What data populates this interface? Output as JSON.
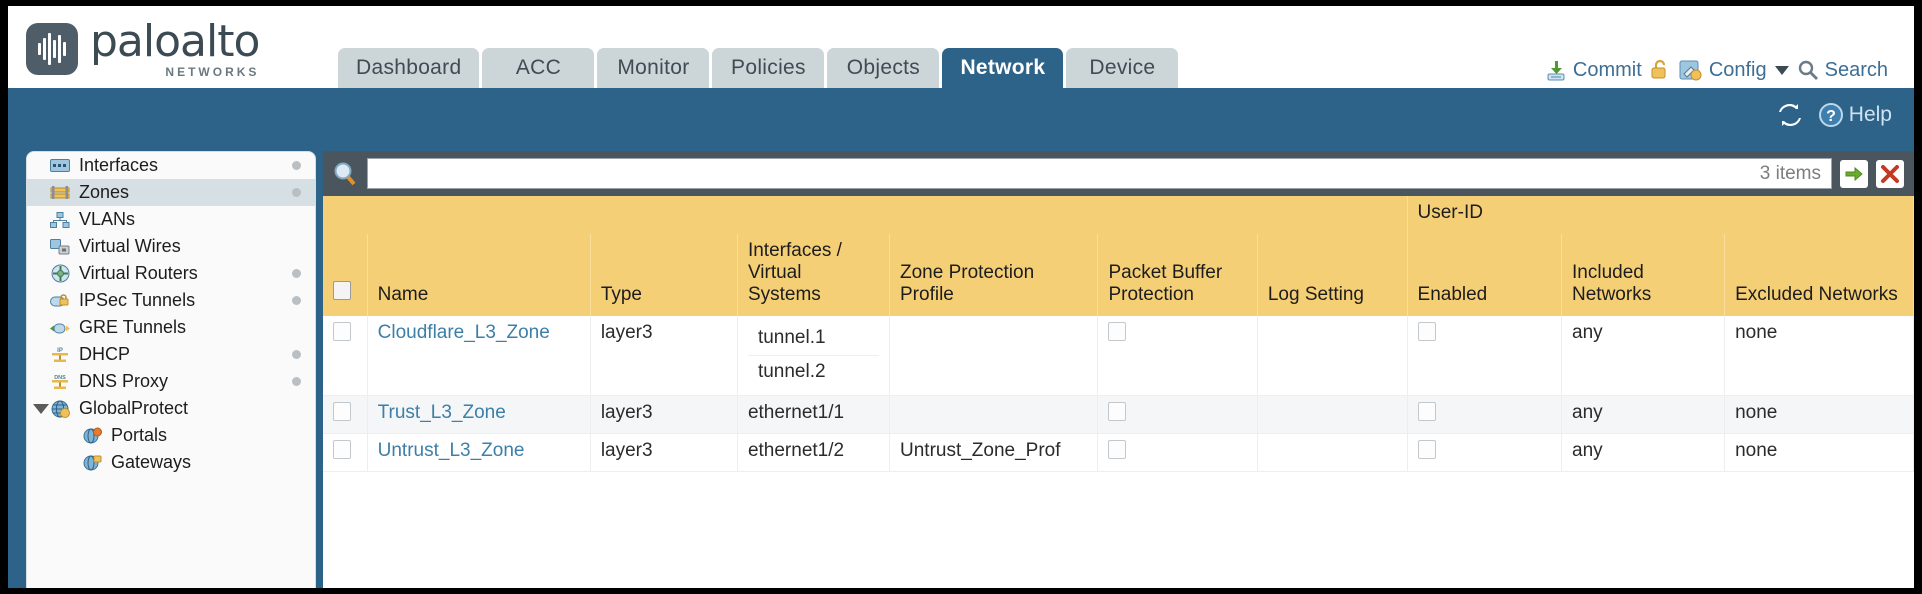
{
  "brand": {
    "name": "paloalto",
    "tagline": "NETWORKS",
    "registered": "®"
  },
  "tabs": [
    {
      "label": "Dashboard",
      "active": false
    },
    {
      "label": "ACC",
      "active": false
    },
    {
      "label": "Monitor",
      "active": false
    },
    {
      "label": "Policies",
      "active": false
    },
    {
      "label": "Objects",
      "active": false
    },
    {
      "label": "Network",
      "active": true
    },
    {
      "label": "Device",
      "active": false
    }
  ],
  "header_utils": {
    "commit": "Commit",
    "config": "Config",
    "search": "Search"
  },
  "band": {
    "help": "Help"
  },
  "sidebar": {
    "items": [
      {
        "label": "Interfaces",
        "icon": "interfaces-icon",
        "selected": false,
        "dot": true,
        "child": false,
        "expander": false
      },
      {
        "label": "Zones",
        "icon": "zones-icon",
        "selected": true,
        "dot": true,
        "child": false,
        "expander": false
      },
      {
        "label": "VLANs",
        "icon": "vlans-icon",
        "selected": false,
        "dot": false,
        "child": false,
        "expander": false
      },
      {
        "label": "Virtual Wires",
        "icon": "virtual-wires-icon",
        "selected": false,
        "dot": false,
        "child": false,
        "expander": false
      },
      {
        "label": "Virtual Routers",
        "icon": "virtual-routers-icon",
        "selected": false,
        "dot": true,
        "child": false,
        "expander": false
      },
      {
        "label": "IPSec Tunnels",
        "icon": "ipsec-tunnels-icon",
        "selected": false,
        "dot": true,
        "child": false,
        "expander": false
      },
      {
        "label": "GRE Tunnels",
        "icon": "gre-tunnels-icon",
        "selected": false,
        "dot": false,
        "child": false,
        "expander": false
      },
      {
        "label": "DHCP",
        "icon": "dhcp-icon",
        "selected": false,
        "dot": true,
        "child": false,
        "expander": false
      },
      {
        "label": "DNS Proxy",
        "icon": "dns-proxy-icon",
        "selected": false,
        "dot": true,
        "child": false,
        "expander": false
      },
      {
        "label": "GlobalProtect",
        "icon": "globalprotect-icon",
        "selected": false,
        "dot": false,
        "child": false,
        "expander": true
      },
      {
        "label": "Portals",
        "icon": "portals-icon",
        "selected": false,
        "dot": false,
        "child": true,
        "expander": false
      },
      {
        "label": "Gateways",
        "icon": "gateways-icon",
        "selected": false,
        "dot": false,
        "child": true,
        "expander": false
      }
    ]
  },
  "filter": {
    "value": "",
    "placeholder": "",
    "item_count": "3 items",
    "apply_label": "➜",
    "clear_label": "✖"
  },
  "table": {
    "group_header": "User-ID",
    "columns": [
      "Name",
      "Type",
      "Interfaces / Virtual Systems",
      "Zone Protection Profile",
      "Packet Buffer Protection",
      "Log Setting",
      "Enabled",
      "Included Networks",
      "Excluded Networks"
    ],
    "rows": [
      {
        "name": "Cloudflare_L3_Zone",
        "type": "layer3",
        "interfaces": [
          "tunnel.1",
          "tunnel.2"
        ],
        "zone_protection_profile": "",
        "packet_buffer_protection": false,
        "log_setting": "",
        "userid_enabled": false,
        "included_networks": "any",
        "excluded_networks": "none"
      },
      {
        "name": "Trust_L3_Zone",
        "type": "layer3",
        "interfaces": [
          "ethernet1/1"
        ],
        "zone_protection_profile": "",
        "packet_buffer_protection": false,
        "log_setting": "",
        "userid_enabled": false,
        "included_networks": "any",
        "excluded_networks": "none"
      },
      {
        "name": "Untrust_L3_Zone",
        "type": "layer3",
        "interfaces": [
          "ethernet1/2"
        ],
        "zone_protection_profile": "Untrust_Zone_Prof",
        "packet_buffer_protection": false,
        "log_setting": "",
        "userid_enabled": false,
        "included_networks": "any",
        "excluded_networks": "none"
      }
    ]
  },
  "colors": {
    "brand_blue": "#2e6389",
    "header_amber": "#f5cf76",
    "group_amber": "#e5b94e",
    "link_blue": "#3c7fa8"
  }
}
